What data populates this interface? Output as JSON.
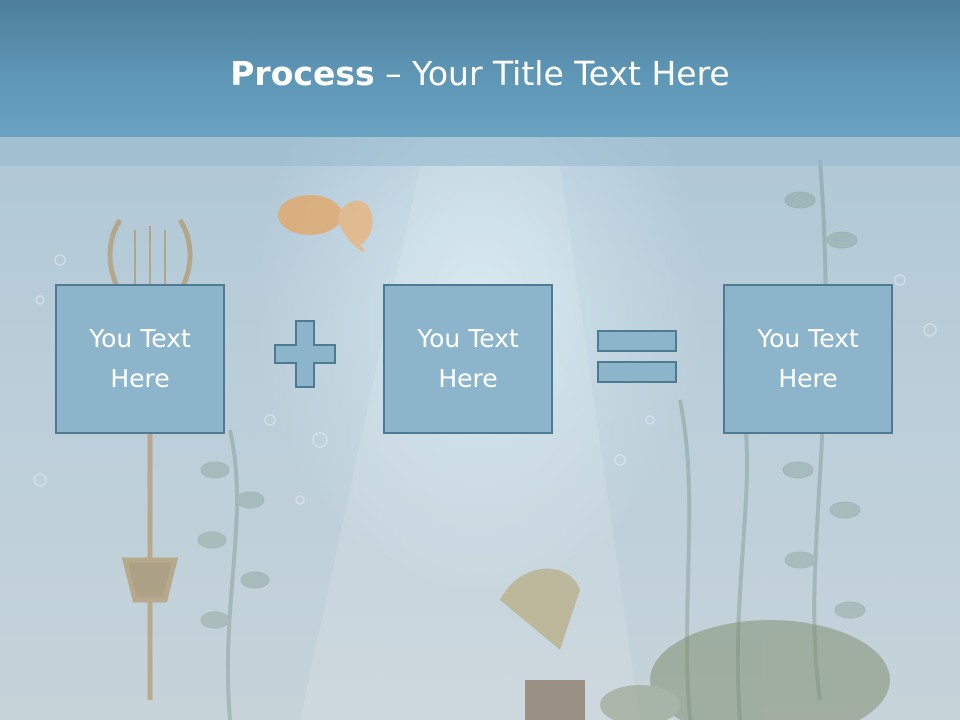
{
  "slide": {
    "title_bold": "Process",
    "title_rest": " – Your Title Text Here",
    "boxes": [
      {
        "text": "You Text Here"
      },
      {
        "text": "You Text Here"
      },
      {
        "text": "You Text Here"
      }
    ],
    "operators": [
      "plus-icon",
      "equals-icon"
    ],
    "colors": {
      "title_bar": "#5e96b5",
      "box_fill": "#8cb5cc",
      "box_border": "#4e7a92",
      "operator_fill": "#8cb5cc"
    }
  }
}
